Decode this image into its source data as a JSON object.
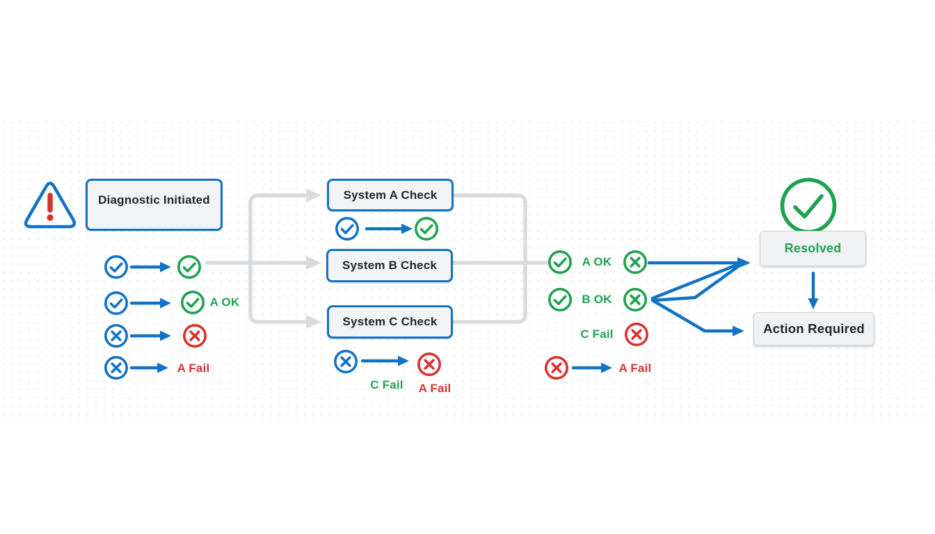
{
  "colors": {
    "blue": "#1272c5",
    "green": "#1fa150",
    "red": "#d8322f",
    "connector_gray": "#d9dcde",
    "box_fill": "#f1f3f4",
    "panel_fill": "#eff1f2",
    "dark_text": "#20252d"
  },
  "icons": {
    "warning": "warning-triangle (blue outline, red exclamation)",
    "check": "circle-check",
    "cross": "circle-x"
  },
  "stage1": {
    "title": "Diagnostic Initiated",
    "row2_label": "A OK",
    "row4_label": "A Fail"
  },
  "stage2": {
    "box_a": "System A Check",
    "box_b": "System B Check",
    "box_c": "System C Check",
    "c_fail_label": "C Fail",
    "a_fail_label": "A Fail"
  },
  "stage3": {
    "row1_label": "A OK",
    "row2_label": "B OK",
    "row3_label": "C Fail",
    "row4_label": "A Fail"
  },
  "stage4": {
    "resolved": "Resolved",
    "action_required": "Action Required"
  }
}
